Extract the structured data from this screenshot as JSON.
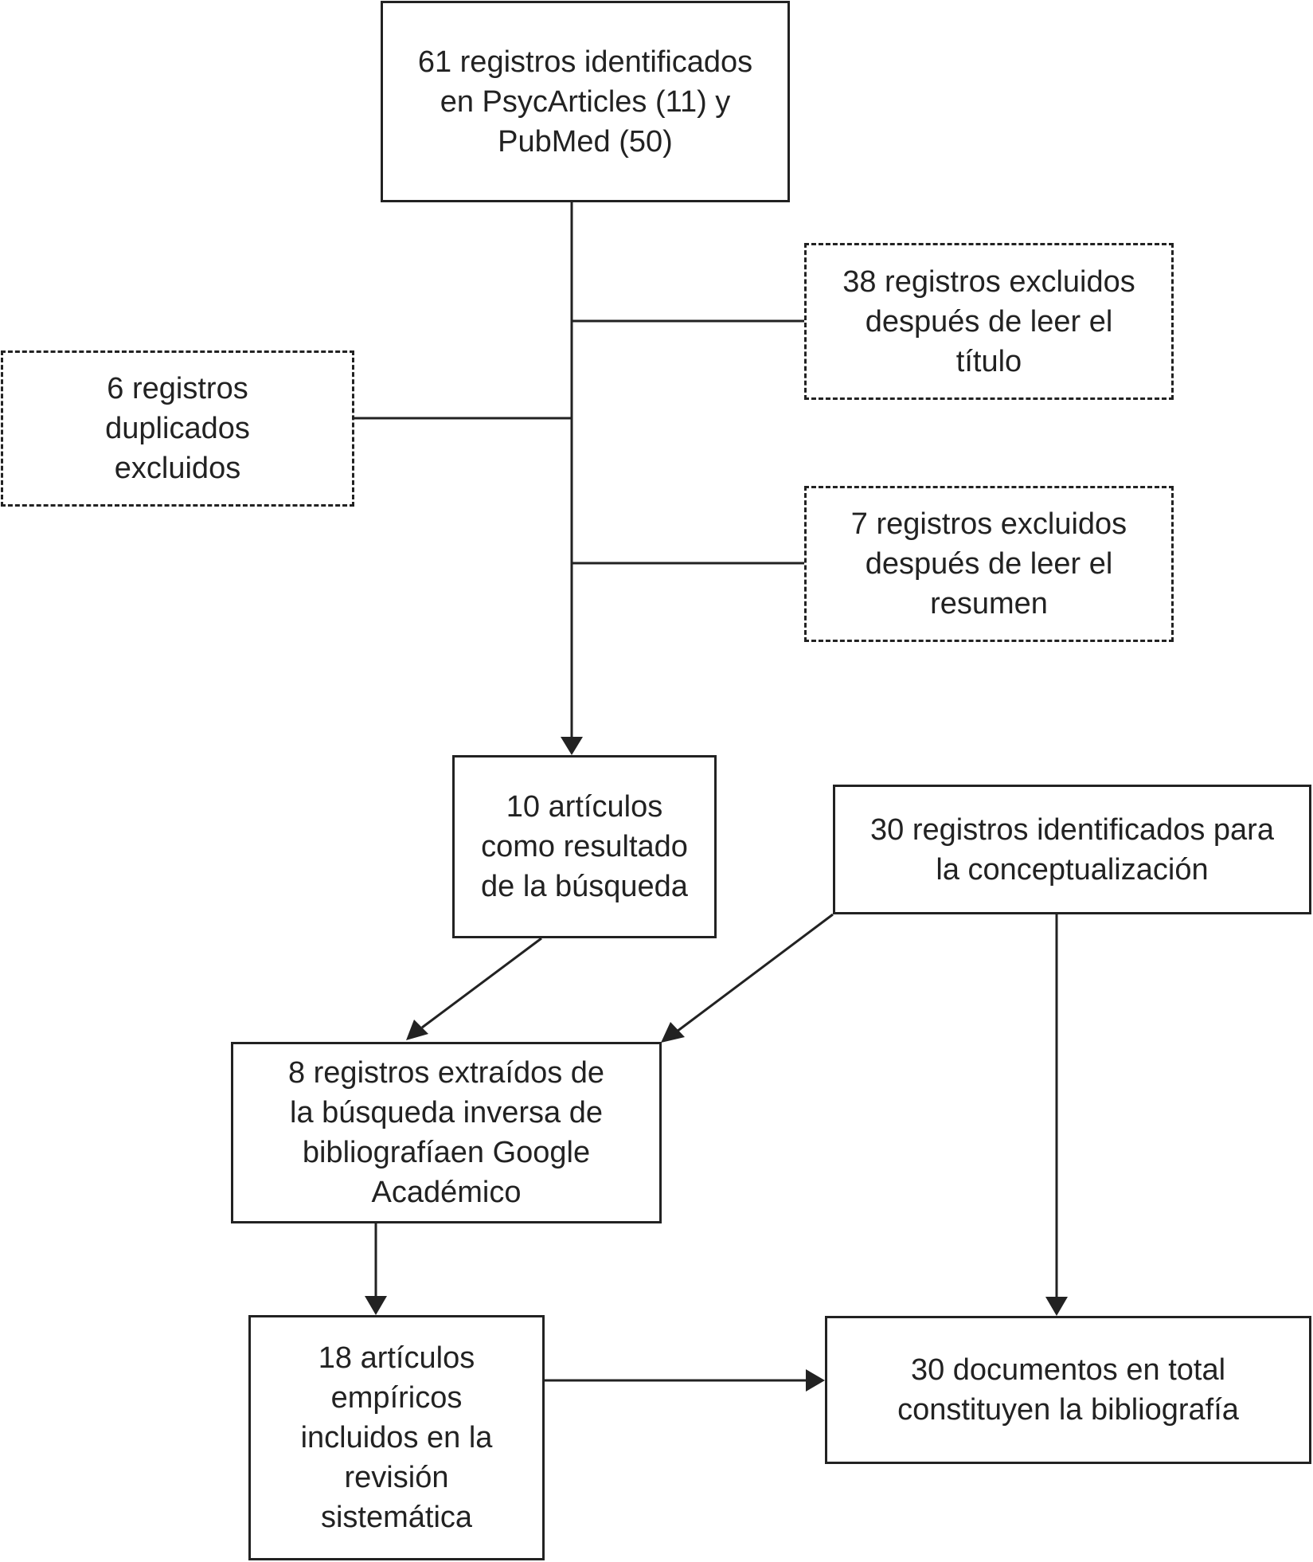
{
  "boxes": {
    "identified": {
      "lines": [
        "61 registros identificados",
        "en PsycArticles (11) y",
        "PubMed (50)"
      ]
    },
    "excluded_title": {
      "lines": [
        "38 registros excluidos",
        "después de leer el",
        "título"
      ]
    },
    "duplicates": {
      "lines": [
        "6 registros",
        "duplicados",
        "excluidos"
      ]
    },
    "excluded_abstract": {
      "lines": [
        "7 registros excluidos",
        "después de leer el",
        "resumen"
      ]
    },
    "search_result": {
      "lines": [
        "10 artículos",
        "como resultado",
        "de la búsqueda"
      ]
    },
    "conceptualization": {
      "lines": [
        "30 registros identificados para",
        "la conceptualización"
      ]
    },
    "reverse_search": {
      "lines": [
        "8 registros extraídos de",
        "la búsqueda inversa de",
        "bibliografíaen Google",
        "Académico"
      ]
    },
    "empirical": {
      "lines": [
        "18 artículos",
        "empíricos",
        "incluidos en la",
        "revisión",
        "sistemática"
      ]
    },
    "total": {
      "lines": [
        "30 documentos en total",
        "constituyen la bibliografía"
      ]
    }
  },
  "colors": {
    "stroke": "#222222",
    "background": "#ffffff"
  }
}
